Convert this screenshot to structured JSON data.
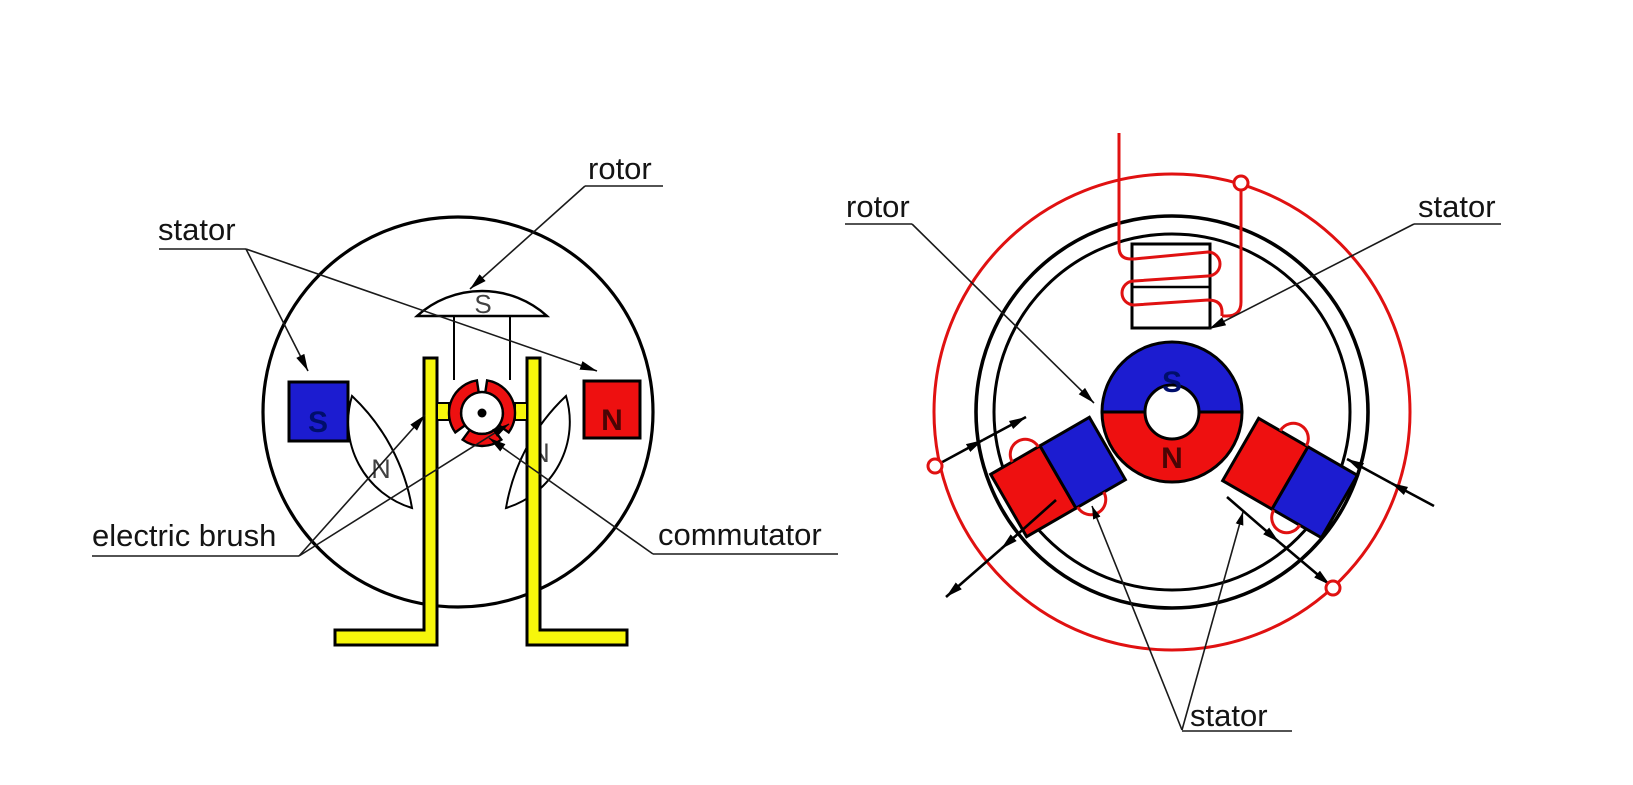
{
  "diagram_left": {
    "labels": {
      "stator": "stator",
      "rotor": "rotor",
      "electric_brush": "electric brush",
      "commutator": "commutator"
    },
    "stator_magnets": {
      "left_pole": "S",
      "right_pole": "N"
    },
    "rotor_poles": {
      "top": "S",
      "lower_left": "N",
      "lower_right": "N"
    }
  },
  "diagram_right": {
    "labels": {
      "rotor": "rotor",
      "stator_top": "stator",
      "stator_bottom": "stator"
    },
    "rotor_poles": {
      "top": "S",
      "bottom": "N"
    }
  },
  "colors": {
    "magnet_red": "#EE1010",
    "magnet_blue": "#1C1CD0",
    "brush_yellow": "#F6F60B",
    "wire_red": "#E01111",
    "outline_black": "#000000",
    "letter_on_blue": "#000E6B",
    "letter_on_red": "#4A0505"
  }
}
